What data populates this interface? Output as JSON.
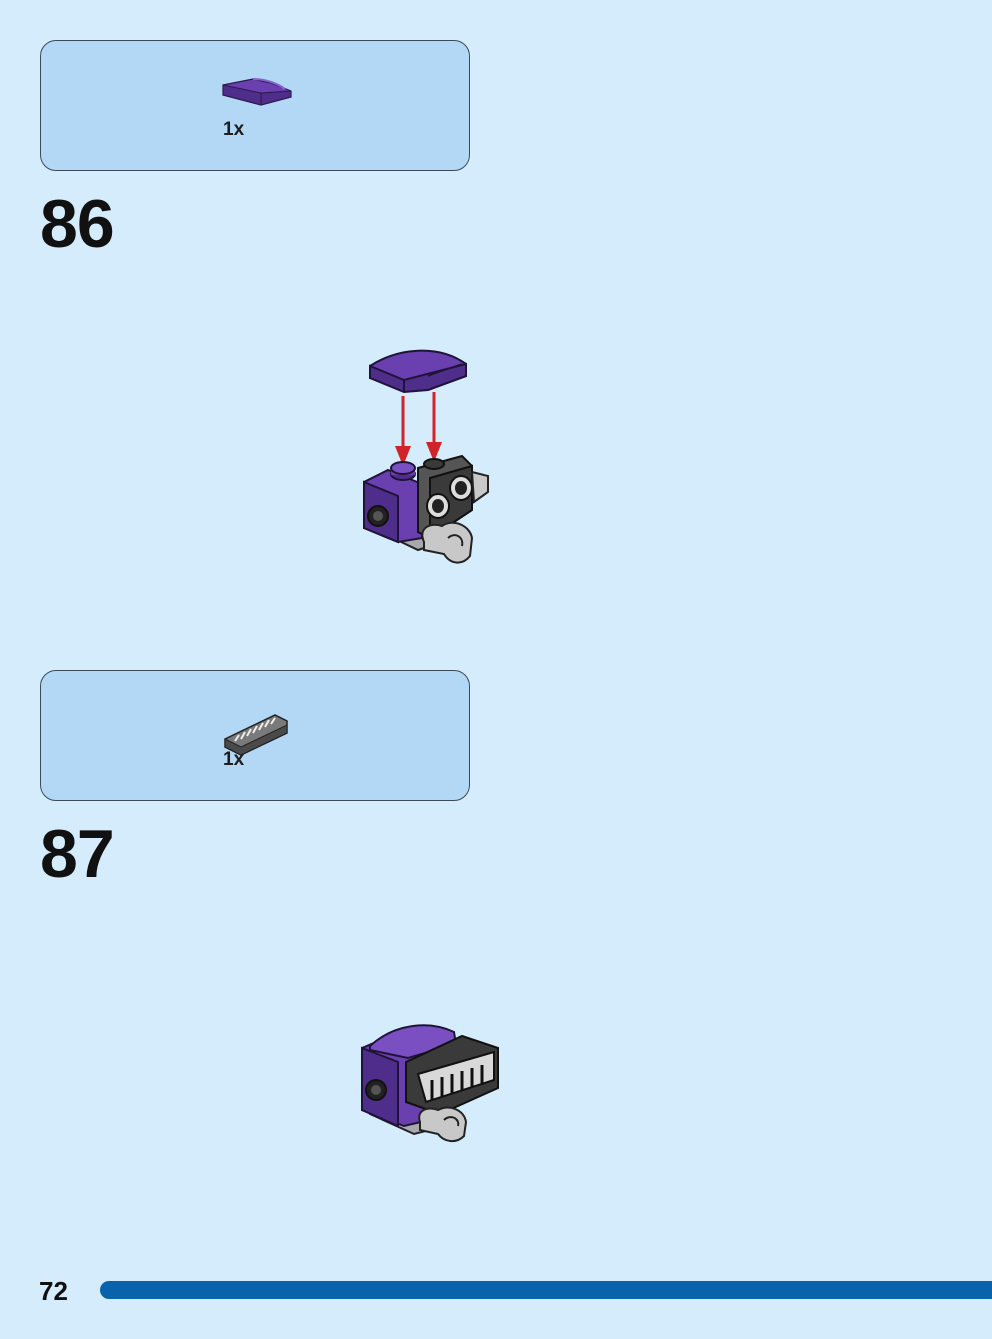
{
  "steps": [
    {
      "number": "86",
      "parts": [
        {
          "part": "purple-curved-slope-icon",
          "quantity": "1x",
          "color": "#6a3fb0"
        }
      ]
    },
    {
      "number": "87",
      "parts": [
        {
          "part": "gray-grille-slope-icon",
          "quantity": "1x",
          "color": "#8c8c8c"
        }
      ]
    }
  ],
  "page": {
    "number": "72"
  },
  "colors": {
    "background": "#d4ecfb",
    "parts_box": "#b3d8f5",
    "accent_bar": "#0a62ad",
    "arrow": "#d2232a",
    "purple": "#6a3fb0",
    "gray": "#a7a9ac",
    "dark": "#3a3a3a"
  }
}
